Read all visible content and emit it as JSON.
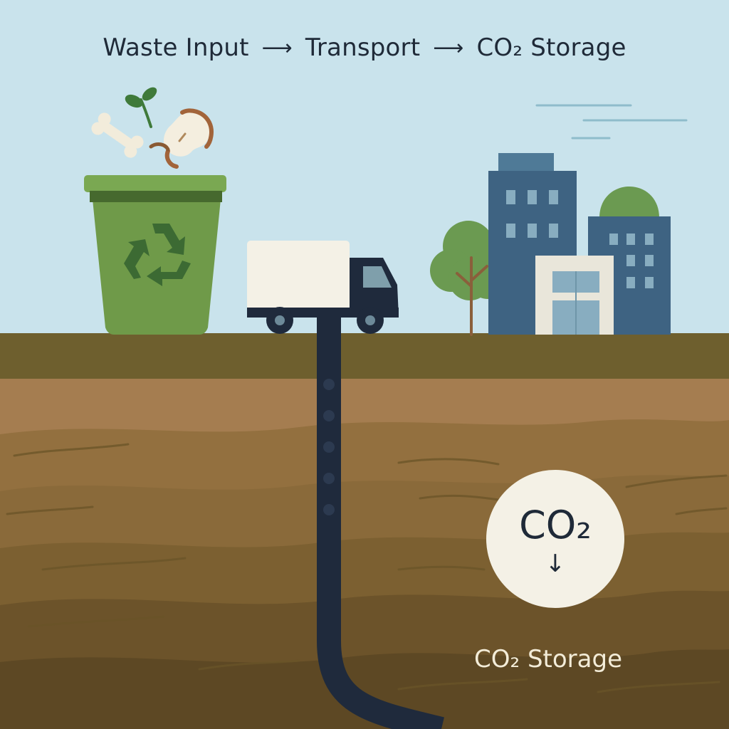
{
  "header": {
    "steps": [
      "Waste Input",
      "Transport",
      "CO₂ Storage"
    ],
    "arrow": "⟶"
  },
  "badge": {
    "formula": "CO₂",
    "arrow": "↓"
  },
  "storage_label": "CO₂ Storage",
  "icons": {
    "bin": "recycle-bin-icon",
    "truck": "delivery-truck-icon",
    "tree": "tree-icon",
    "buildings": "city-buildings-icon",
    "pipe": "injection-pipe-icon",
    "food_waste": "food-scraps-icon"
  },
  "colors": {
    "sky": "#c9e3ec",
    "bin_green": "#6f9a49",
    "ground_top": "#6e5f2e",
    "soil_light": "#a57d50",
    "pipe": "#1f2a3c",
    "building_blue": "#3e6382",
    "badge_bg": "#f4f1e6"
  }
}
